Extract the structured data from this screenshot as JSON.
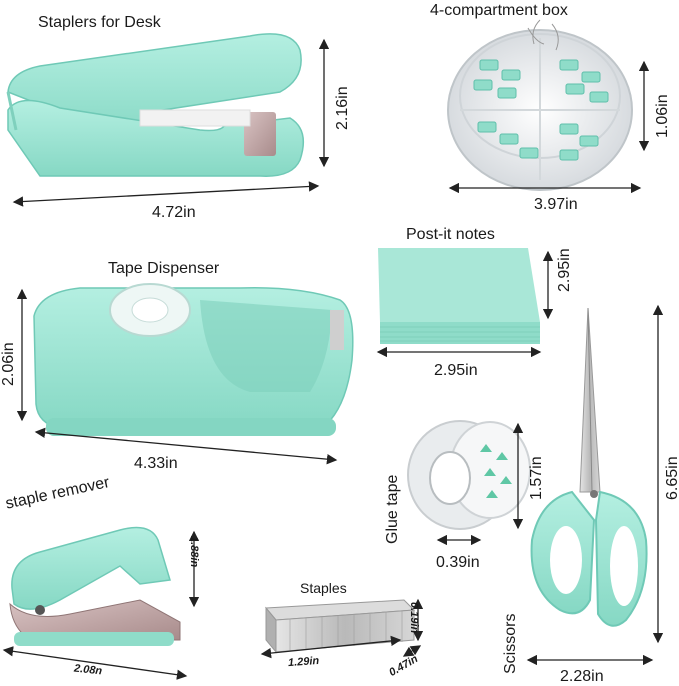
{
  "products": {
    "stapler": {
      "title": "Staplers for Desk",
      "width": "4.72in",
      "height": "2.16in"
    },
    "box": {
      "title": "4-compartment box",
      "width": "3.97in",
      "height": "1.06in"
    },
    "tape_disp": {
      "title": "Tape Dispenser",
      "width": "4.33in",
      "height": "2.06in"
    },
    "postit": {
      "title": "Post-it notes",
      "width": "2.95in",
      "height": "2.95in"
    },
    "glue_tape": {
      "title": "Glue tape",
      "width": "0.39in",
      "height": "1.57in"
    },
    "scissors": {
      "title": "Scissors",
      "width": "2.28in",
      "height": "6.65in"
    },
    "remover": {
      "title": "staple remover",
      "width": "2.08n",
      "height": "1.88in"
    },
    "staples": {
      "title": "Staples",
      "width": "1.29in",
      "depth": "0.47in",
      "height": "0.19in"
    }
  },
  "colors": {
    "mint": "#9fe3d3",
    "mint_dark": "#6fc9b6",
    "metal": "#b9b4b7",
    "rose_metal": "#c7a7a7",
    "line": "#222222"
  }
}
